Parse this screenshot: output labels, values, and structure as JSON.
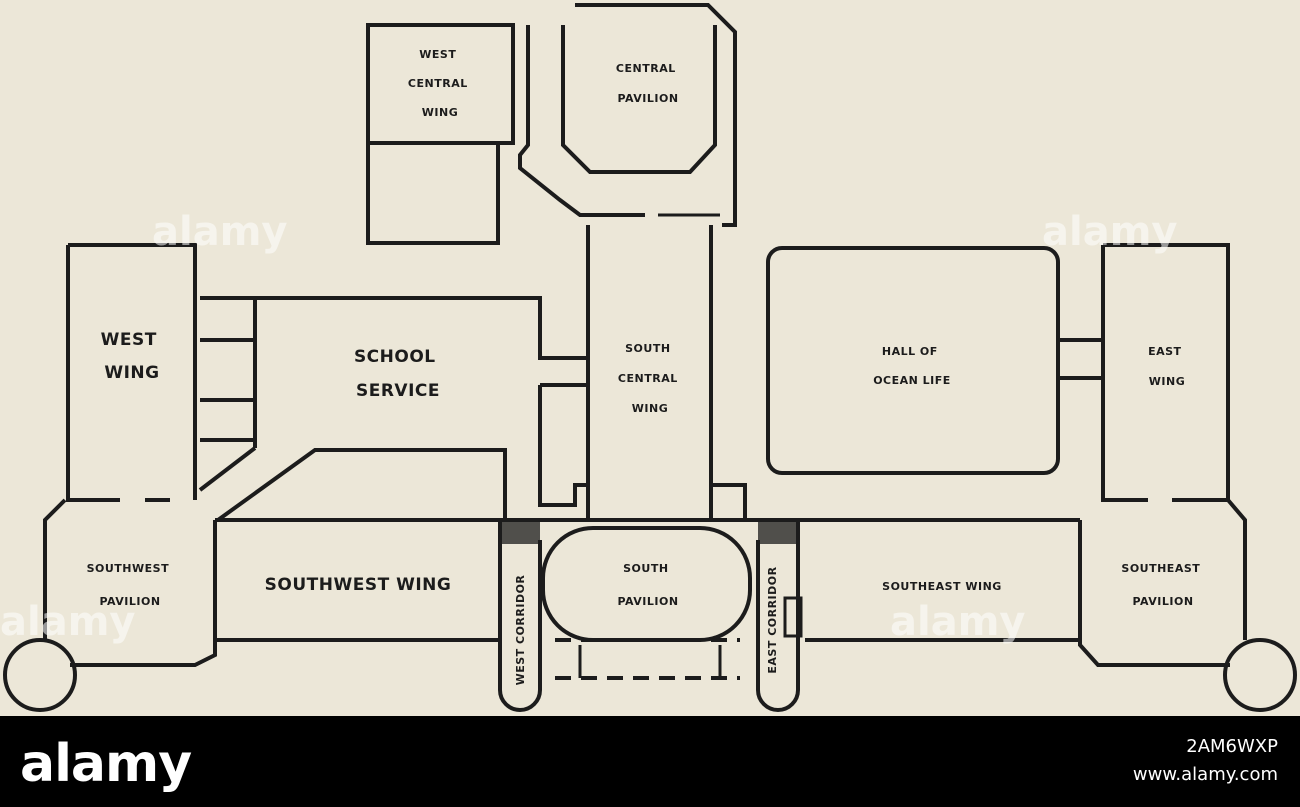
{
  "rooms": {
    "west_central_wing": [
      "WEST",
      "CENTRAL",
      "WING"
    ],
    "central_pavilion": [
      "CENTRAL",
      "PAVILION"
    ],
    "west_wing": [
      "WEST",
      "WING"
    ],
    "school_service": [
      "SCHOOL",
      "SERVICE"
    ],
    "south_central_wing": [
      "SOUTH",
      "CENTRAL",
      "WING"
    ],
    "hall_of_ocean_life": [
      "HALL OF",
      "OCEAN LIFE"
    ],
    "east_wing": [
      "EAST",
      "WING"
    ],
    "southwest_pavilion": [
      "SOUTHWEST",
      "PAVILION"
    ],
    "southwest_wing": "SOUTHWEST WING",
    "south_pavilion": [
      "SOUTH",
      "PAVILION"
    ],
    "west_corridor": "WEST CORRIDOR",
    "east_corridor": "EAST CORRIDOR",
    "southeast_wing": "SOUTHEAST WING",
    "southeast_pavilion": [
      "SOUTHEAST",
      "PAVILION"
    ]
  },
  "watermark": "alamy",
  "footer": {
    "logo": "alamy",
    "image_id": "2AM6WXP",
    "url": "www.alamy.com"
  },
  "colors": {
    "paper": "#ece7d8",
    "ink": "#1c1c1c",
    "footer": "#000000"
  }
}
